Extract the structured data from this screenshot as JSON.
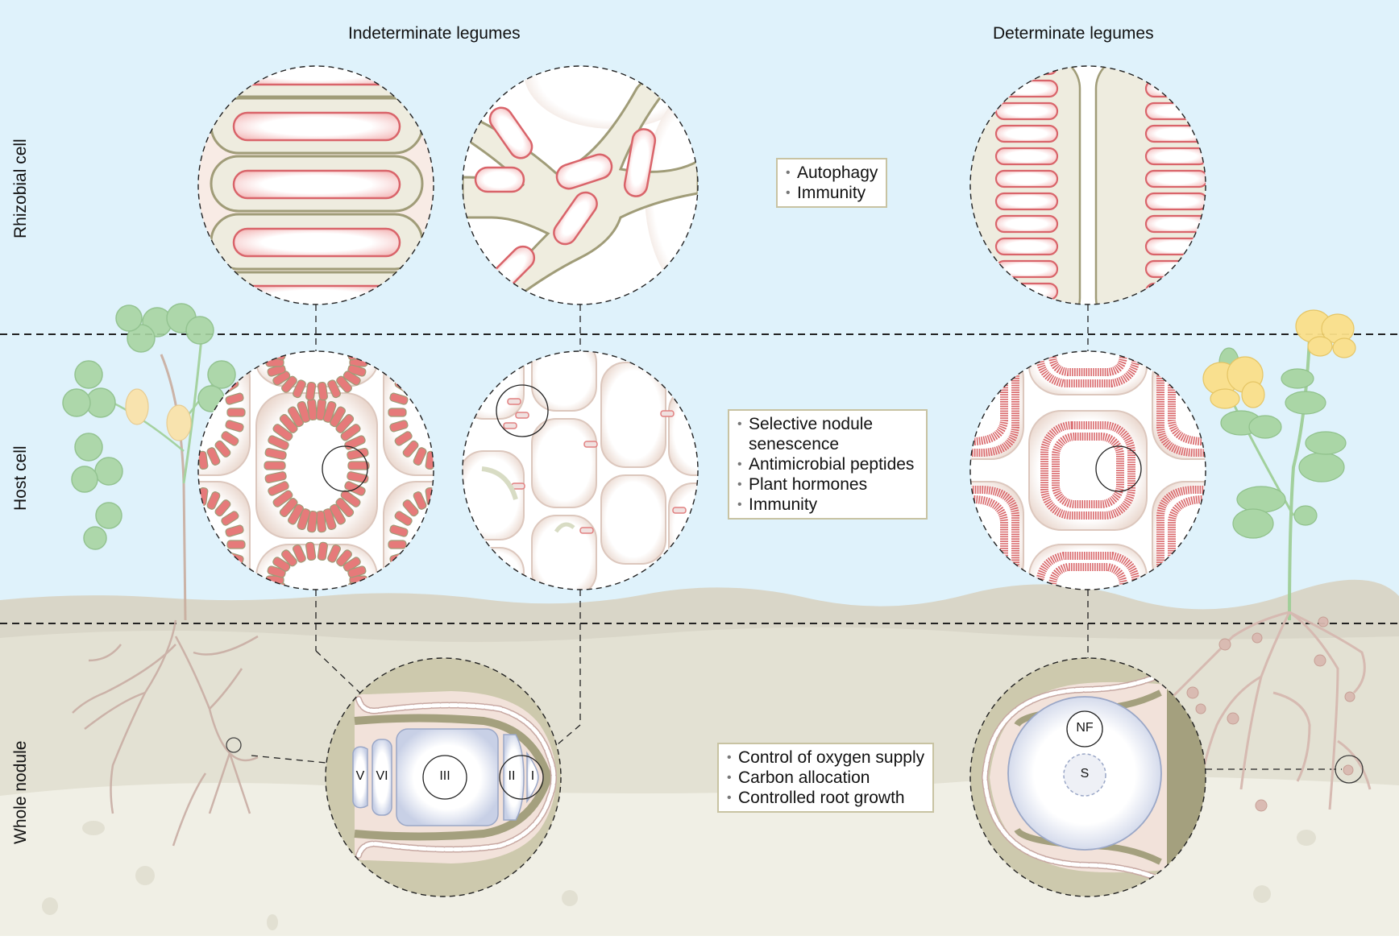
{
  "figure": {
    "column_titles": {
      "indeterminate": "Indeterminate legumes",
      "determinate": "Determinate legumes"
    },
    "row_labels": {
      "rhizobial_cell": "Rhizobial cell",
      "host_cell": "Host cell",
      "whole_nodule": "Whole nodule"
    },
    "boxes": {
      "rhizobial": [
        "Autophagy",
        "Immunity"
      ],
      "host": [
        "Selective nodule senescence",
        "Antimicrobial peptides",
        "Plant hormones",
        "Immunity"
      ],
      "nodule": [
        "Control of oxygen supply",
        "Carbon allocation",
        "Controlled root growth"
      ]
    },
    "indeterminate_nodule_zones": [
      "V",
      "VI",
      "III",
      "II",
      "I"
    ],
    "determinate_nodule_zones": [
      "NF",
      "S"
    ],
    "colors": {
      "sky": "#dff2fb",
      "soil_top": "#d9d6c8",
      "soil_mid": "#e3e1d3",
      "soil_bottom": "#f0efe5",
      "bacteroid_red": "#e06a6a",
      "membrane_olive": "#a09c78",
      "leaf_green": "#a8d5a2",
      "flower_yellow": "#fbe08a",
      "root_pink": "#d6b8b0"
    }
  }
}
